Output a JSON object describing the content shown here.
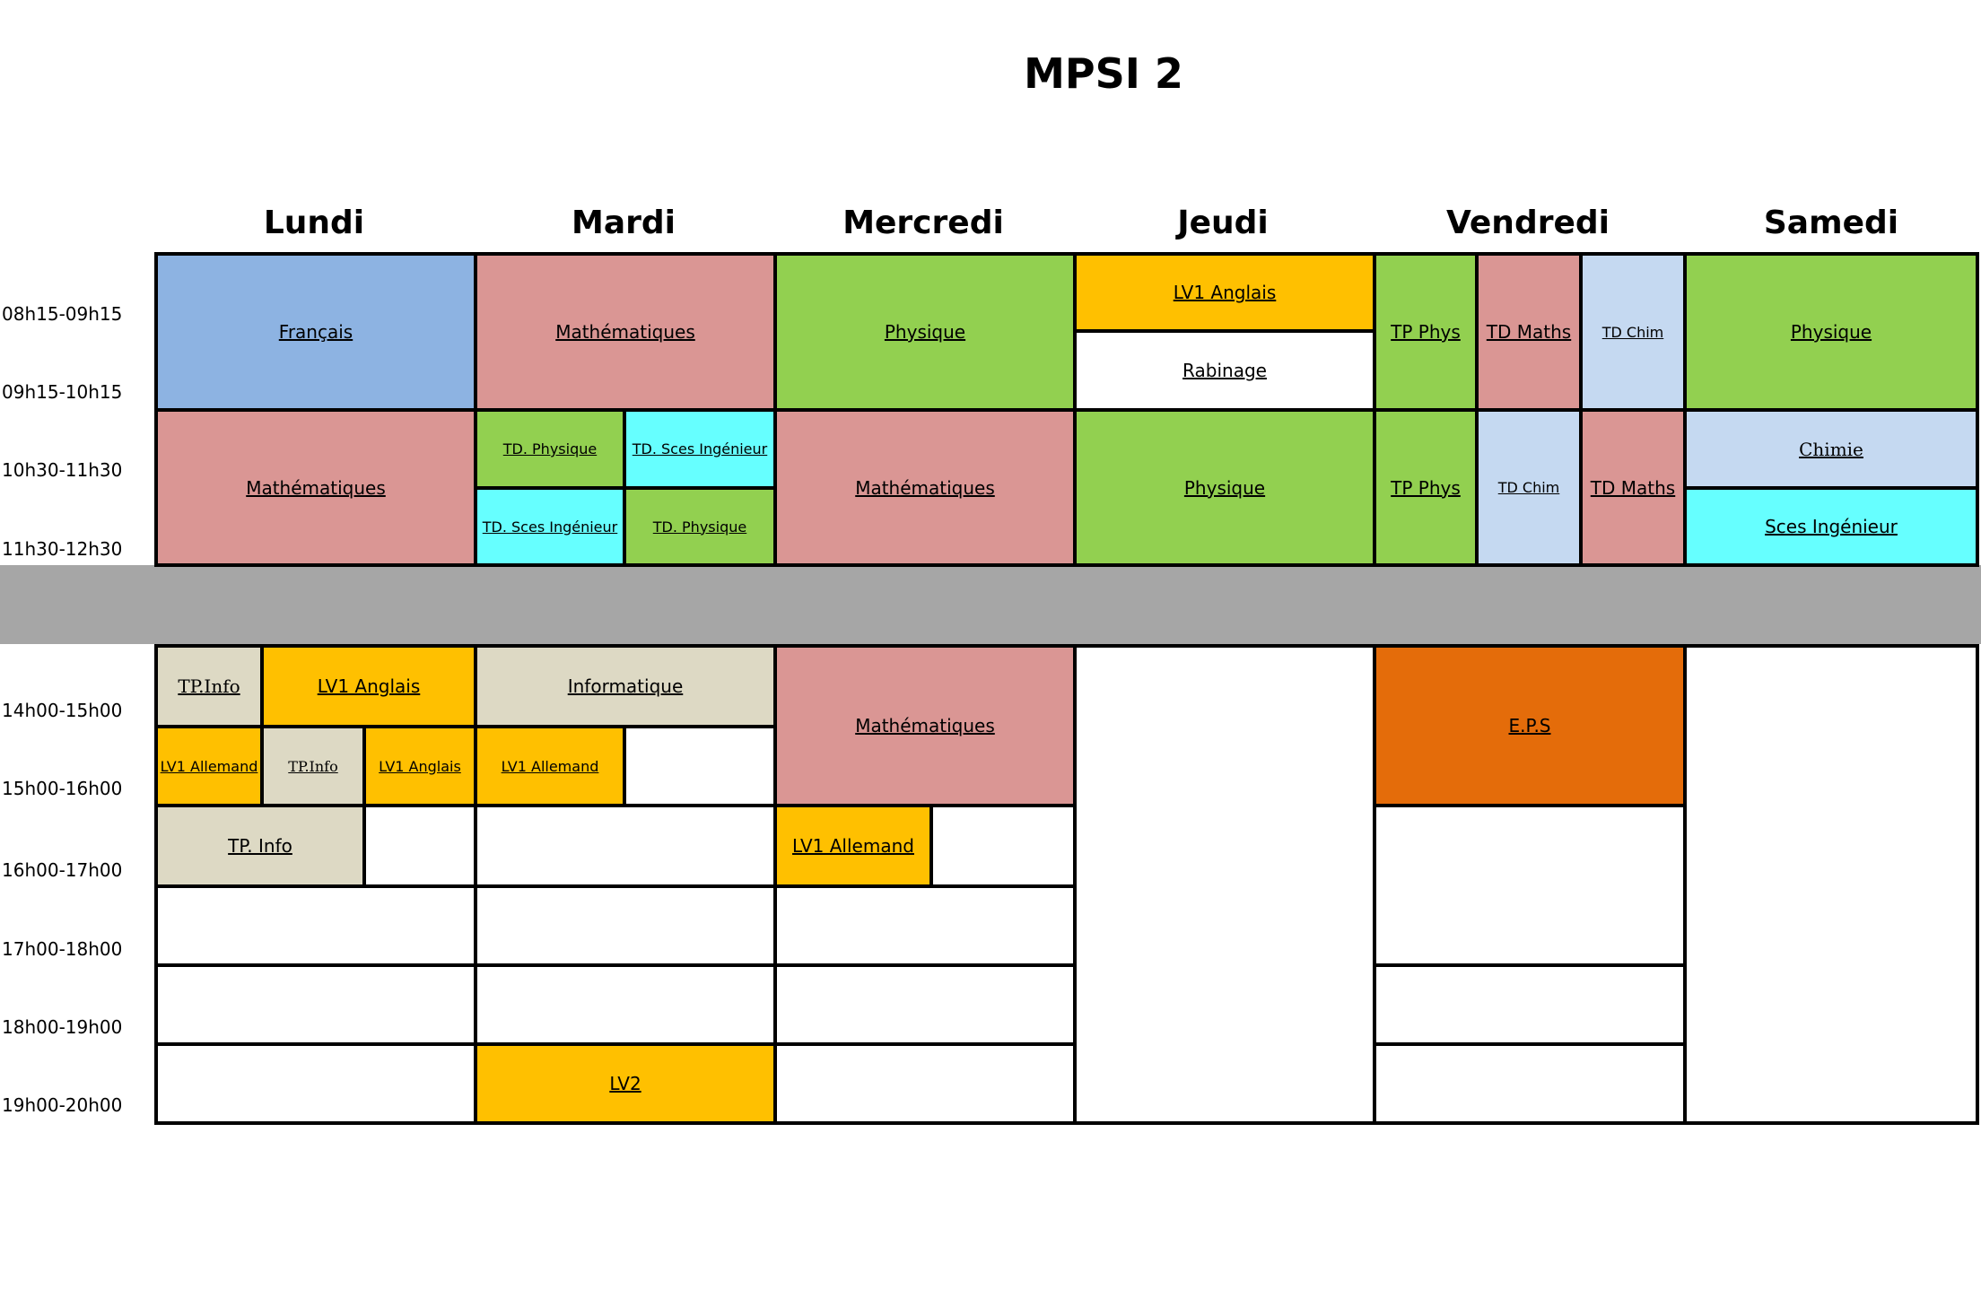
{
  "title": "MPSI 2",
  "days": [
    "Lundi",
    "Mardi",
    "Mercredi",
    "Jeudi",
    "Vendredi",
    "Samedi"
  ],
  "times": [
    "08h15-09h15",
    "09h15-10h15",
    "10h30-11h30",
    "11h30-12h30",
    "14h00-15h00",
    "15h00-16h00",
    "16h00-17h00",
    "17h00-18h00",
    "18h00-19h00",
    "19h00-20h00"
  ],
  "courses": {
    "lun_francais": "Français",
    "lun_maths": "Mathématiques",
    "lun_tpinfo_1": "TP.Info",
    "lun_lv1anglais_1": "LV1 Anglais",
    "lun_lv1allemand": "LV1 Allemand",
    "lun_tpinfo_2": "TP.Info",
    "lun_lv1anglais_2": "LV1 Anglais",
    "lun_tpinfo_3": "TP. Info",
    "mar_maths": "Mathématiques",
    "mar_tdphys_1": "TD. Physique",
    "mar_tdsces_1": "TD. Sces Ingénieur",
    "mar_tdsces_2": "TD. Sces Ingénieur",
    "mar_tdphys_2": "TD. Physique",
    "mar_info": "Informatique",
    "mar_lv1allemand": "LV1 Allemand",
    "mar_lv2": "LV2",
    "mer_physique": "Physique",
    "mer_maths_1": "Mathématiques",
    "mer_maths_2": "Mathématiques",
    "mer_lv1allemand": "LV1 Allemand",
    "jeu_lv1anglais": "LV1 Anglais",
    "jeu_rabinage": "Rabinage",
    "jeu_physique": "Physique",
    "ven_tpphys_1": "TP Phys",
    "ven_tdmaths_1": "TD Maths",
    "ven_tdchim_1": "TD Chim",
    "ven_tpphys_2": "TP Phys",
    "ven_tdchim_2": "TD Chim",
    "ven_tdmaths_2": "TD Maths",
    "ven_eps": "E.P.S",
    "sam_physique": "Physique",
    "sam_chimie": "Chimie",
    "sam_sces": "Sces Ingénieur"
  }
}
